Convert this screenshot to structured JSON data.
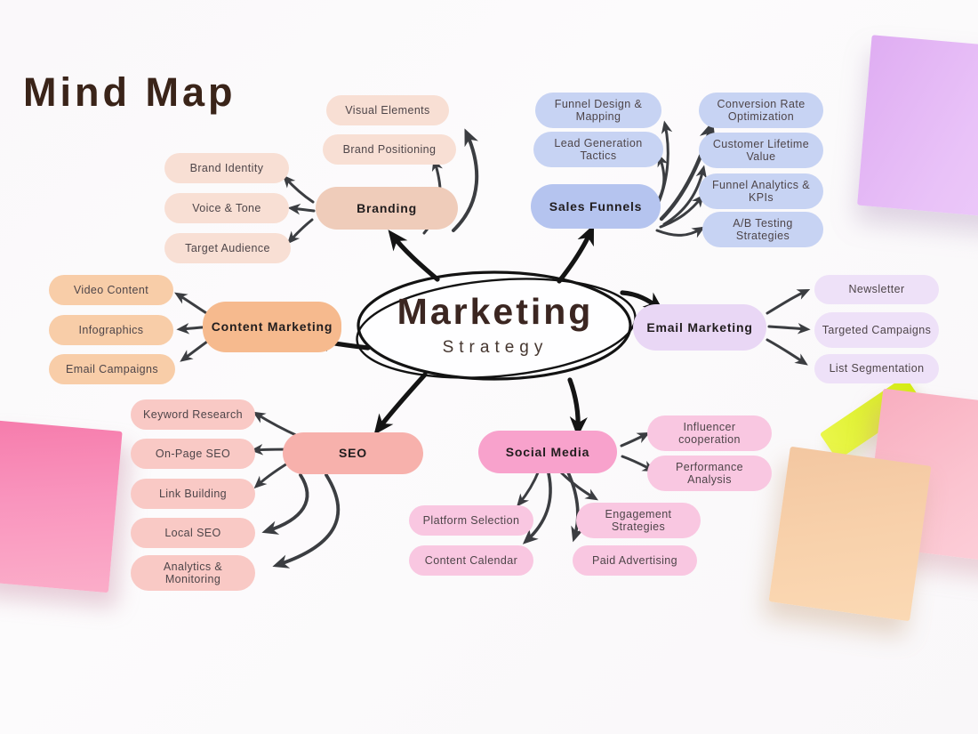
{
  "page_title": "Mind Map",
  "center": {
    "label": "Marketing",
    "sublabel": "Strategy"
  },
  "branches": {
    "branding": {
      "label": "Branding",
      "children": {
        "visual_elements": "Visual Elements",
        "brand_positioning": "Brand Positioning",
        "brand_identity": "Brand Identity",
        "voice_tone": "Voice & Tone",
        "target_audience": "Target Audience"
      }
    },
    "sales_funnels": {
      "label": "Sales Funnels",
      "children": {
        "funnel_design": "Funnel Design & Mapping",
        "lead_generation": "Lead Generation Tactics",
        "conversion_rate": "Conversion Rate Optimization",
        "customer_lifetime": "Customer Lifetime Value",
        "funnel_analytics": "Funnel Analytics & KPIs",
        "ab_testing": "A/B Testing Strategies"
      }
    },
    "email_marketing": {
      "label": "Email Marketing",
      "children": {
        "newsletter": "Newsletter",
        "targeted_campaigns": "Targeted Campaigns",
        "list_segmentation": "List Segmentation"
      }
    },
    "content_marketing": {
      "label": "Content Marketing",
      "children": {
        "video_content": "Video Content",
        "infographics": "Infographics",
        "email_campaigns": "Email Campaigns"
      }
    },
    "seo": {
      "label": "SEO",
      "children": {
        "keyword_research": "Keyword Research",
        "on_page_seo": "On-Page SEO",
        "link_building": "Link Building",
        "local_seo": "Local SEO",
        "analytics_monitoring": "Analytics & Monitoring"
      }
    },
    "social_media": {
      "label": "Social Media",
      "children": {
        "influencer_cooperation": "Influencer cooperation",
        "performance_analysis": "Performance Analysis",
        "platform_selection": "Platform Selection",
        "engagement_strategies": "Engagement Strategies",
        "content_calendar": "Content Calendar",
        "paid_advertising": "Paid Advertising"
      }
    }
  },
  "palette": {
    "background": "#fbfafb",
    "title_color": "#3a2419",
    "arrow_main": "#141414",
    "arrow_sub": "#3b3d41",
    "branding_main": "#efccba",
    "branding_sub": "#f8dfd4",
    "sales_funnels_main": "#b5c4ef",
    "sales_funnels_sub": "#c7d3f3",
    "email_marketing_main": "#e9d7f5",
    "email_marketing_sub": "#eee1f8",
    "content_marketing_main": "#f6ba8e",
    "content_marketing_sub": "#f8cda8",
    "seo_main": "#f7b1ac",
    "seo_sub": "#f9c9c5",
    "social_media_main": "#f8a2cc",
    "social_media_sub": "#f9c7e1",
    "sticky_purple": "#e7bdf7",
    "sticky_pink_left": "#f78ab4",
    "sticky_pink_right": "#f9bac9",
    "sticky_peach": "#f6cda7",
    "sticky_yellow": "#e3f232"
  }
}
